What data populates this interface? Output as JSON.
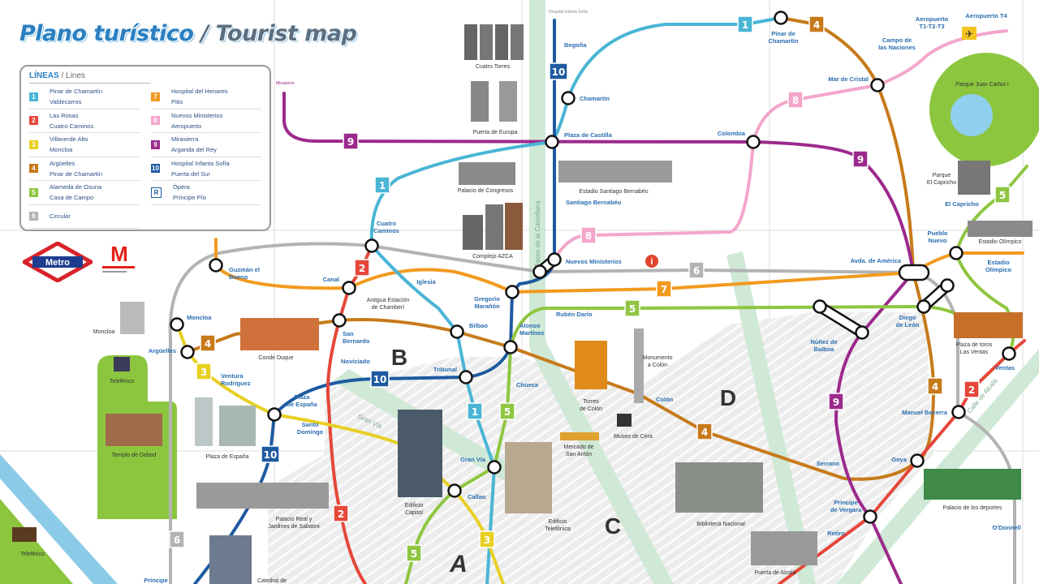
{
  "title": {
    "es": "Plano turístico",
    "en": "/ Tourist map"
  },
  "legend": {
    "heading": "LÍNEAS",
    "heading_en": "/ Lines",
    "lines": [
      {
        "num": "1",
        "color": "#4ab5d5",
        "terminals": [
          "Pinar de Chamartín",
          "Valdecarros"
        ]
      },
      {
        "num": "2",
        "color": "#e5473a",
        "terminals": [
          "Las Rosas",
          "Cuatro Caminos"
        ]
      },
      {
        "num": "3",
        "color": "#e8cf22",
        "terminals": [
          "Villaverde Alto",
          "Moncloa"
        ]
      },
      {
        "num": "4",
        "color": "#c77a1a",
        "terminals": [
          "Argüelles",
          "Pinar de Chamartín"
        ]
      },
      {
        "num": "5",
        "color": "#8fc641",
        "terminals": [
          "Alameda de Osuna",
          "Casa de Campo"
        ]
      },
      {
        "num": "6",
        "color": "#b3b3b3",
        "terminals": [
          "Circular",
          ""
        ]
      },
      {
        "num": "7",
        "color": "#f29a1e",
        "terminals": [
          "Hospital del Henares",
          "Pitis"
        ]
      },
      {
        "num": "8",
        "color": "#f3a6cc",
        "terminals": [
          "Nuevos Ministerios",
          "Aeropuerto"
        ]
      },
      {
        "num": "9",
        "color": "#9c2a8c",
        "terminals": [
          "Mirasierra",
          "Arganda del Rey"
        ]
      },
      {
        "num": "10",
        "color": "#1e5aa0",
        "terminals": [
          "Hospital Infanta Sofía",
          "Puerta del Sur"
        ]
      },
      {
        "num": "R",
        "color": "#1e5aa0",
        "terminals": [
          "Ópera",
          "Príncipe Pío"
        ]
      }
    ]
  },
  "logos": {
    "metro": "Metro",
    "comunidad": "M"
  },
  "terminal_notes": {
    "line9_north": "Mirasierra",
    "line10_north": "Hospital Infanta Sofía"
  },
  "stations": [
    {
      "id": "pinar_chamartin",
      "label": [
        "Pinar de",
        "Chamartín"
      ]
    },
    {
      "id": "aeropuerto_t123",
      "label": [
        "Aeropuerto",
        "T1-T2-T3"
      ]
    },
    {
      "id": "aeropuerto_t4",
      "label": [
        "Aeropuerto T4"
      ]
    },
    {
      "id": "campo_naciones",
      "label": [
        "Campo de",
        "las Naciones"
      ]
    },
    {
      "id": "mar_cristal",
      "label": [
        "Mar de Cristal"
      ]
    },
    {
      "id": "begona",
      "label": [
        "Begoña"
      ]
    },
    {
      "id": "chamartin",
      "label": [
        "Chamartín"
      ]
    },
    {
      "id": "plaza_castilla",
      "label": [
        "Plaza de Castilla"
      ]
    },
    {
      "id": "colombia",
      "label": [
        "Colombia"
      ]
    },
    {
      "id": "cuatro_caminos",
      "label": [
        "Cuatro",
        "Caminos"
      ]
    },
    {
      "id": "santiago_bernabeu",
      "label": [
        "Santiago Bernabéu"
      ]
    },
    {
      "id": "nuevos_ministerios",
      "label": [
        "Nuevos Ministerios"
      ]
    },
    {
      "id": "guzman",
      "label": [
        "Guzmán el",
        "Bueno"
      ]
    },
    {
      "id": "canal",
      "label": [
        "Canal"
      ]
    },
    {
      "id": "iglesia",
      "label": [
        "Iglesia"
      ]
    },
    {
      "id": "gregorio",
      "label": [
        "Gregorio",
        "Marañón"
      ]
    },
    {
      "id": "bilbao",
      "label": [
        "Bilbao"
      ]
    },
    {
      "id": "alonso",
      "label": [
        "Alonso",
        "Martínez"
      ]
    },
    {
      "id": "ruben",
      "label": [
        "Rubén Darío"
      ]
    },
    {
      "id": "san_bernardo",
      "label": [
        "San",
        "Bernardo"
      ]
    },
    {
      "id": "noviciado",
      "label": [
        "Noviciado"
      ]
    },
    {
      "id": "tribunal",
      "label": [
        "Tribunal"
      ]
    },
    {
      "id": "chueca",
      "label": [
        "Chueca"
      ]
    },
    {
      "id": "moncloa",
      "label": [
        "Moncloa"
      ]
    },
    {
      "id": "arguelles",
      "label": [
        "Argüelles"
      ]
    },
    {
      "id": "ventura",
      "label": [
        "Ventura",
        "Rodríguez"
      ]
    },
    {
      "id": "plaza_espana",
      "label": [
        "Plaza",
        "de España"
      ]
    },
    {
      "id": "santo_domingo",
      "label": [
        "Santo",
        "Domingo"
      ]
    },
    {
      "id": "gran_via",
      "label": [
        "Gran Vía"
      ]
    },
    {
      "id": "callao",
      "label": [
        "Callao"
      ]
    },
    {
      "id": "colon",
      "label": [
        "Colón"
      ]
    },
    {
      "id": "avda_america",
      "label": [
        "Avda. de América"
      ]
    },
    {
      "id": "pueblo_nuevo",
      "label": [
        "Pueblo",
        "Nuevo"
      ]
    },
    {
      "id": "estadio_olimpico",
      "label": [
        "Estadio",
        "Olímpico"
      ]
    },
    {
      "id": "el_capricho",
      "label": [
        "El Capricho"
      ]
    },
    {
      "id": "diego_leon",
      "label": [
        "Diego",
        "de León"
      ]
    },
    {
      "id": "nunez",
      "label": [
        "Núñez de",
        "Balboa"
      ]
    },
    {
      "id": "ventas",
      "label": [
        "Ventas"
      ]
    },
    {
      "id": "manuel_becerra",
      "label": [
        "Manuel Becerra"
      ]
    },
    {
      "id": "goya",
      "label": [
        "Goya"
      ]
    },
    {
      "id": "serrano",
      "label": [
        "Serrano"
      ]
    },
    {
      "id": "principe_vergara",
      "label": [
        "Príncipe",
        "de Vergara"
      ]
    },
    {
      "id": "retiro",
      "label": [
        "Retiro"
      ]
    },
    {
      "id": "odonnell",
      "label": [
        "O'Donnell"
      ]
    },
    {
      "id": "principe_pio",
      "label": [
        "Príncipe"
      ]
    }
  ],
  "landmarks": [
    {
      "id": "cuatro_torres",
      "label": [
        "Cuatro Torres"
      ]
    },
    {
      "id": "puerta_europa",
      "label": [
        "Puerta de Europa"
      ]
    },
    {
      "id": "palacio_congresos",
      "label": [
        "Palacio de Congresos"
      ]
    },
    {
      "id": "estadio_bernabeu",
      "label": [
        "Estadio Santiago Bernabéu"
      ]
    },
    {
      "id": "azca",
      "label": [
        "Complejo AZCA"
      ]
    },
    {
      "id": "conde_duque",
      "label": [
        "Conde Duque"
      ]
    },
    {
      "id": "moncloa_arch",
      "label": [
        "Moncloa"
      ]
    },
    {
      "id": "teleferico_top",
      "label": [
        "Teleférico"
      ]
    },
    {
      "id": "templo_debod",
      "label": [
        "Templo de Debod"
      ]
    },
    {
      "id": "teleferico_bottom",
      "label": [
        "Teleférico"
      ]
    },
    {
      "id": "plaza_espana_bldg",
      "label": [
        "Plaza de España"
      ]
    },
    {
      "id": "palacio_real",
      "label": [
        "Palacio Real y",
        "Jardines de Sabatini"
      ]
    },
    {
      "id": "catedral",
      "label": [
        "Catedral de"
      ]
    },
    {
      "id": "capitol",
      "label": [
        "Edificio",
        "Capitol"
      ]
    },
    {
      "id": "telefonica",
      "label": [
        "Edificio",
        "Telefónica"
      ]
    },
    {
      "id": "san_anton",
      "label": [
        "Mercado de",
        "San Antón"
      ]
    },
    {
      "id": "torres_colon",
      "label": [
        "Torres",
        "de Colón"
      ]
    },
    {
      "id": "monumento_colon",
      "label": [
        "Monumento",
        "a Colón"
      ]
    },
    {
      "id": "museo_cera",
      "label": [
        "Museo de Cera"
      ]
    },
    {
      "id": "biblioteca",
      "label": [
        "Biblioteca Nacional"
      ]
    },
    {
      "id": "puerta_alcala",
      "label": [
        "Puerta de Alcalá"
      ]
    },
    {
      "id": "palacio_deportes",
      "label": [
        "Palacio de los deportes"
      ]
    },
    {
      "id": "las_ventas",
      "label": [
        "Plaza de toros",
        "Las Ventas"
      ]
    },
    {
      "id": "estadio_olimpico_bldg",
      "label": [
        "Estadio Olímpico"
      ]
    },
    {
      "id": "parque_capricho",
      "label": [
        "Parque",
        "El Capricho"
      ]
    },
    {
      "id": "parque_juan_carlos",
      "label": [
        "Parque Juan Carlos I"
      ]
    },
    {
      "id": "antigua_chamberi",
      "label": [
        "Antigua Estación",
        "de Chamberí"
      ]
    }
  ],
  "districts": [
    "A",
    "B",
    "C",
    "D"
  ],
  "streets": {
    "castellana": "Paseo de la Castellana",
    "gran_via": "Gran Vía",
    "alcala": "Calle de Alcalá"
  },
  "info_icon": "i"
}
